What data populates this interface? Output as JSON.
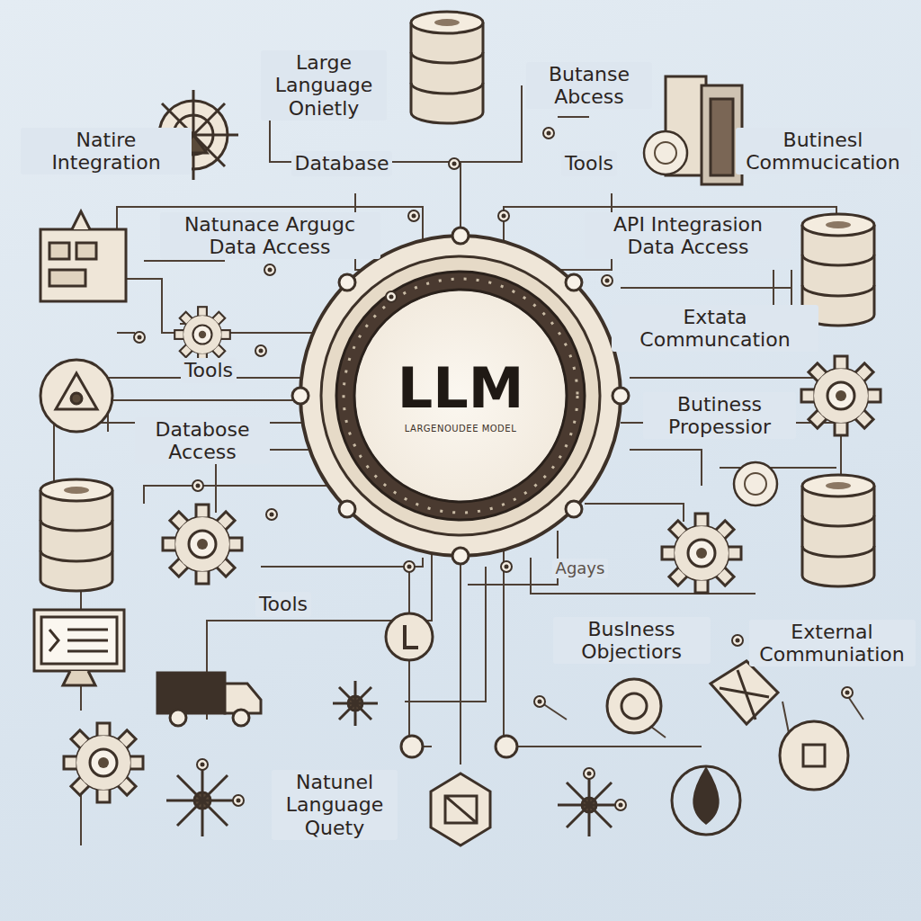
{
  "diagram": {
    "nodes": [
      {
        "text": [
          "LLM",
          "LARGENOUDEE MODEL"
        ]
      }
    ],
    "labels": [
      "Large Language Onietly",
      "Butanse Abcess",
      "Natire Integration",
      "Database",
      "Tools",
      "Butinesl Commucication",
      "Natunace Argugc Data Access",
      "API Integrasion Data Access",
      "Extata Communcation",
      "Tools",
      "Butiness Propessior",
      "Databose Access",
      "Tools",
      "Agays",
      "Buslness Objectiors",
      "External Communiation",
      "Natunel Language Quety"
    ]
  }
}
